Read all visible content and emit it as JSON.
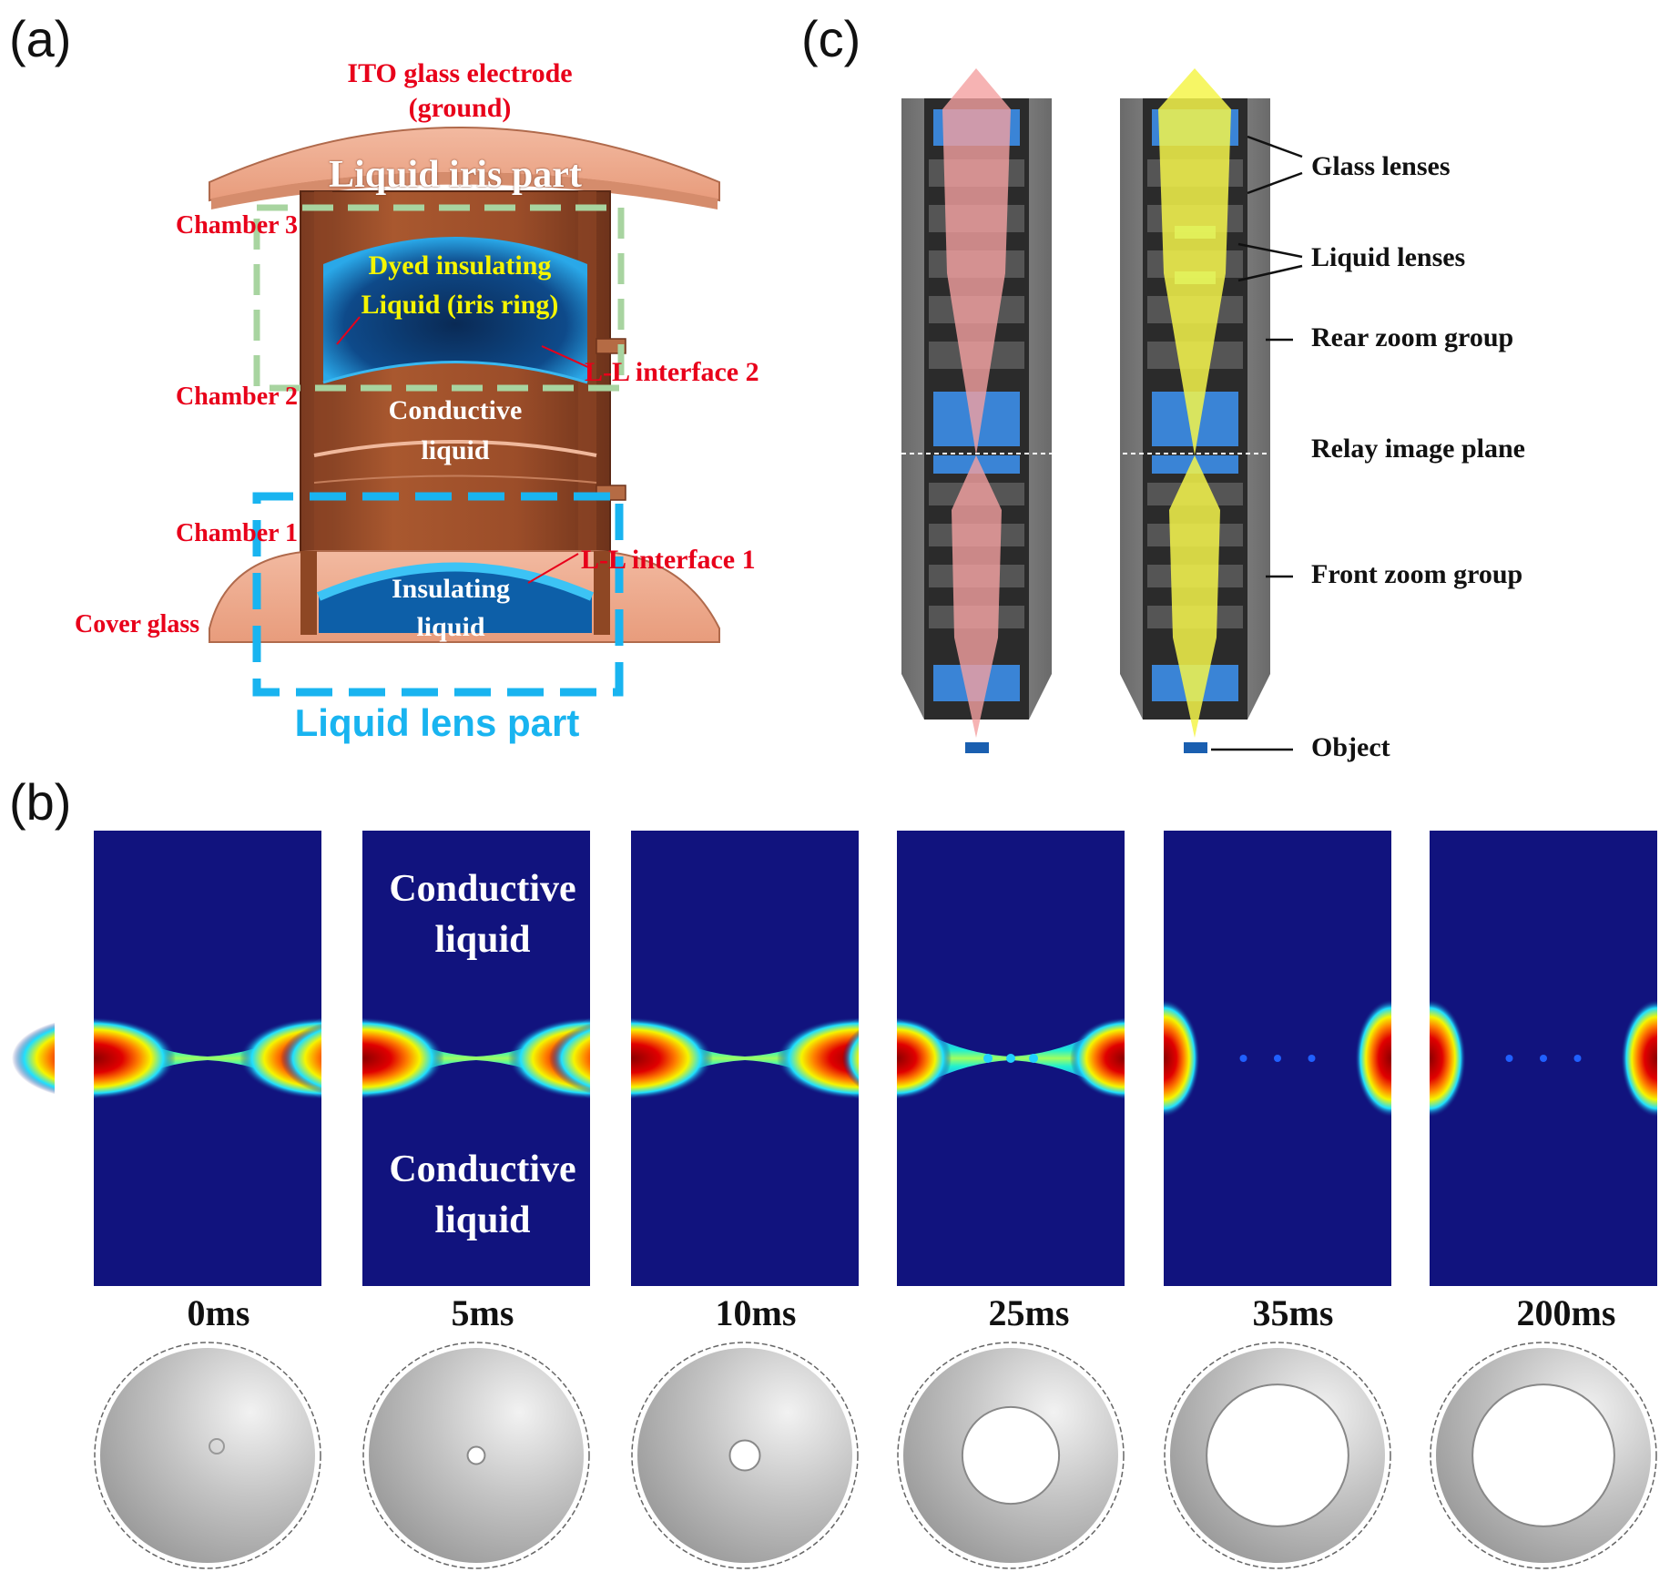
{
  "panels": {
    "a": "(a)",
    "b": "(b)",
    "c": "(c)"
  },
  "panel_a": {
    "ito_line1": "ITO glass electrode",
    "ito_line2": "(ground)",
    "iris_part": "Liquid iris part",
    "chamber3": "Chamber 3",
    "chamber2": "Chamber 2",
    "chamber1": "Chamber 1",
    "dyed_line1": "Dyed insulating",
    "dyed_line2": "Liquid (iris ring)",
    "ll2": "L-L interface 2",
    "ll1": "L-L interface 1",
    "conductive_line1": "Conductive",
    "conductive_line2": "liquid",
    "insulating_line1": "Insulating",
    "insulating_line2": "liquid",
    "cover_glass": "Cover glass",
    "lens_part": "Liquid lens part"
  },
  "panel_c": {
    "glass_lenses": "Glass lenses",
    "liquid_lenses": "Liquid lenses",
    "rear_zoom": "Rear zoom group",
    "relay": "Relay image plane",
    "front_zoom": "Front zoom group",
    "object": "Object"
  },
  "panel_b": {
    "top_line1": "Conductive",
    "top_line2": "liquid",
    "bottom_line1": "Conductive",
    "bottom_line2": "liquid",
    "frames": [
      {
        "time": "0ms",
        "state": "connected",
        "aperture": 0.0
      },
      {
        "time": "5ms",
        "state": "connected",
        "aperture": 0.08
      },
      {
        "time": "10ms",
        "state": "connected",
        "aperture": 0.14
      },
      {
        "time": "25ms",
        "state": "breaking",
        "aperture": 0.45
      },
      {
        "time": "35ms",
        "state": "ring",
        "aperture": 0.66
      },
      {
        "time": "200ms",
        "state": "ring",
        "aperture": 0.66
      }
    ]
  },
  "colors": {
    "red_label": "#e8001a",
    "cyan_label": "#19b4f0",
    "copper": "#a0522d",
    "field_blue": "#11137e",
    "rear_ray": "#f4a0a0",
    "front_ray": "#f5f54a"
  }
}
